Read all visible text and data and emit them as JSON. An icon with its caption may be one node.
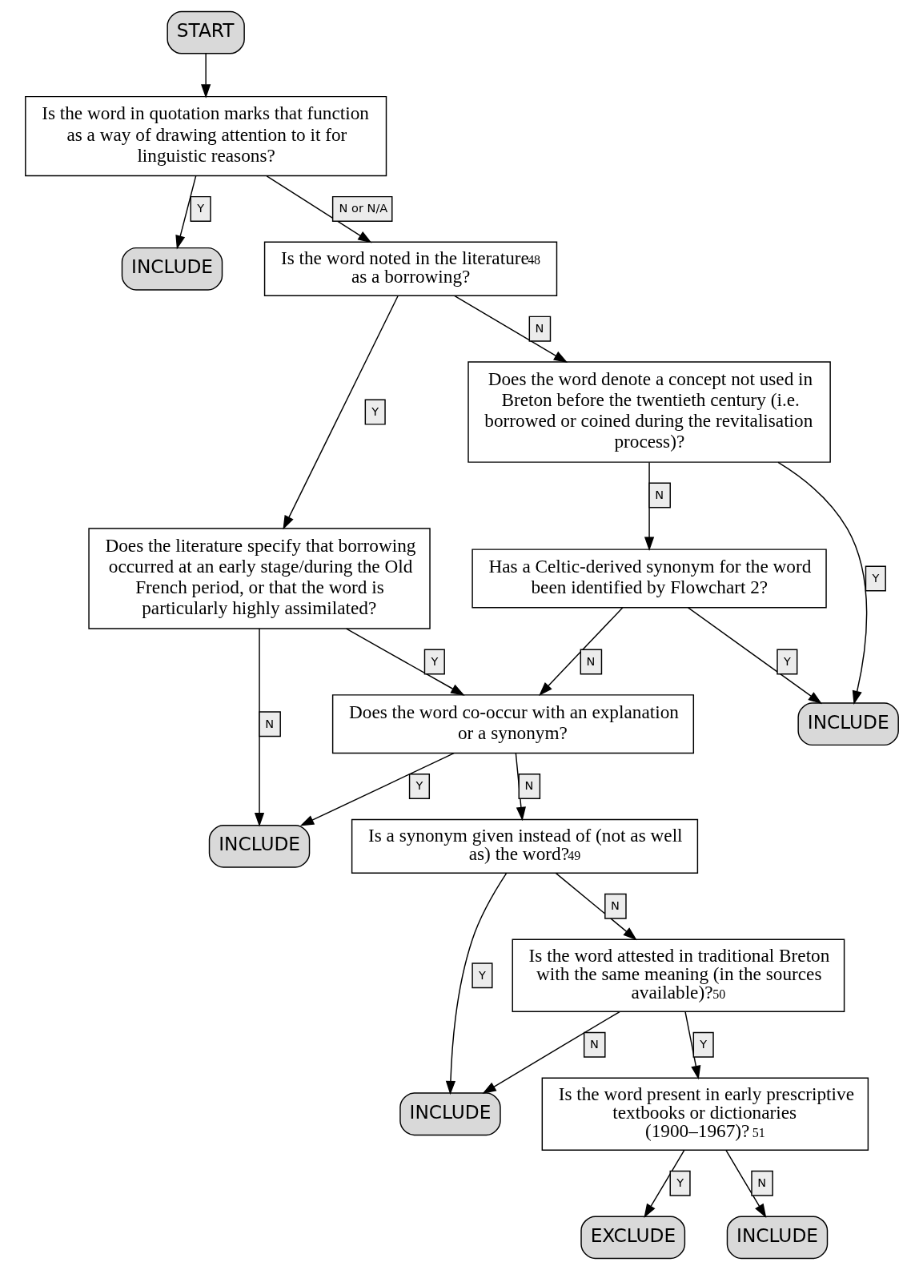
{
  "diagram": {
    "nodes": [
      {
        "text": [
          "START"
        ]
      },
      {
        "text": [
          "Is the word in quotation marks that function as a way of drawing attention to it for linguistic reasons?"
        ]
      },
      {
        "text": [
          "INCLUDE"
        ]
      },
      {
        "text": [
          "Is the word noted in the literature$^{48}$ as a borrowing?"
        ]
      },
      {
        "text": [
          "Does the literature specify that borrowing occurred at an early stage/during the Old French period, or that the word is particularly highly assimilated?"
        ]
      },
      {
        "text": [
          "Does the word denote a concept not used in Breton before the twentieth century (i.e. borrowed or coined during the revitalisation process)?"
        ]
      },
      {
        "text": [
          "INCLUDE"
        ]
      },
      {
        "text": [
          "INCLUDE"
        ]
      },
      {
        "text": [
          "Does the word co-occur with an explanation or a synonym?"
        ]
      },
      {
        "text": [
          "Has a Celtic-derived synonym for the word been identified by Flowchart 2?"
        ]
      },
      {
        "text": [
          "Is a synonym given instead of (not as well as) the word?$^{49}$"
        ]
      },
      {
        "text": [
          "INCLUDE"
        ]
      },
      {
        "text": [
          "Is the word attested in traditional Breton with the same meaning (in the sources available)?$^{50}$"
        ]
      },
      {
        "text": [
          "Is the word present in early prescriptive textbooks or dictionaries (1900–1967)?$^{51}$"
        ]
      },
      {
        "text": [
          "EXCLUDE"
        ]
      },
      {
        "text": [
          "INCLUDE"
        ]
      }
    ],
    "edges": [
      {
        "from": 0,
        "to": 1,
        "arrow": "to"
      },
      {
        "from": 1,
        "to": 2,
        "arrow": "to",
        "label": "Y"
      },
      {
        "from": 1,
        "to": 3,
        "arrow": "to",
        "label": "N or N/A"
      },
      {
        "from": 3,
        "to": 4,
        "arrow": "to",
        "label": "Y"
      },
      {
        "from": 3,
        "to": 5,
        "arrow": "to",
        "label": "N"
      },
      {
        "from": 4,
        "to": 6,
        "arrow": "to",
        "label": "N"
      },
      {
        "from": 4,
        "to": 8,
        "arrow": "to",
        "label": "Y"
      },
      {
        "from": 8,
        "to": 6,
        "arrow": "to",
        "label": "Y"
      },
      {
        "from": 5,
        "to": 7,
        "arrow": "to",
        "label": "Y"
      },
      {
        "from": 5,
        "to": 9,
        "arrow": "to",
        "label": "N"
      },
      {
        "from": 9,
        "to": 7,
        "arrow": "to",
        "label": "Y"
      },
      {
        "from": 9,
        "to": 8,
        "arrow": "to",
        "label": "N"
      },
      {
        "from": 8,
        "to": 10,
        "arrow": "to",
        "label": "N"
      },
      {
        "from": 10,
        "to": 11,
        "arrow": "to",
        "label": "Y"
      },
      {
        "from": 10,
        "to": 12,
        "arrow": "to",
        "label": "N"
      },
      {
        "from": 12,
        "to": 11,
        "arrow": "to",
        "label": "N"
      },
      {
        "from": 12,
        "to": 13,
        "arrow": "to",
        "label": "Y"
      },
      {
        "from": 13,
        "to": 14,
        "arrow": "to",
        "label": "Y"
      },
      {
        "from": 13,
        "to": 15,
        "arrow": "to",
        "label": "N"
      }
    ]
  }
}
